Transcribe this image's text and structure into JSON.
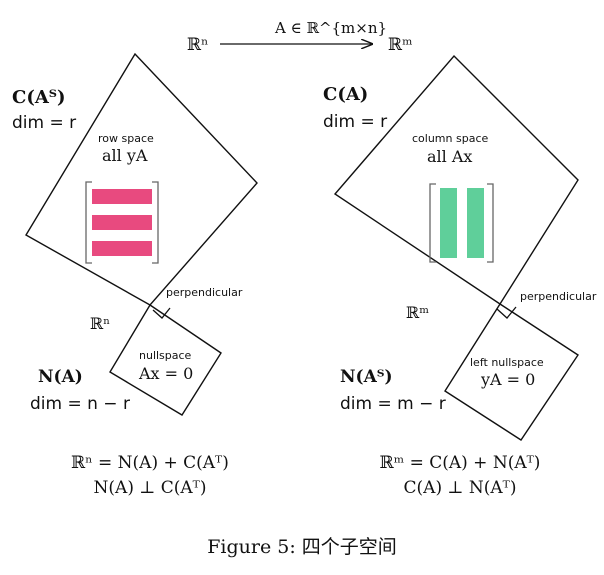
{
  "colors": {
    "row_fill": "#e84a7f",
    "column_fill": "#5fcf9a",
    "line": "#111111",
    "bracket": "#666666"
  },
  "top": {
    "domain": "ℝⁿ",
    "map": "A ∈ ℝ^{m×n}",
    "codomain": "ℝᵐ"
  },
  "left": {
    "C_label": "C(Aᵀ)",
    "dim_label": "dim = r",
    "row_space_caption": "row space",
    "all_label": "all yA",
    "perp_label": "perpendicular",
    "space_label": "ℝⁿ",
    "null_caption": "nullspace",
    "null_eq": "Ax = 0",
    "N_label": "N(A)",
    "null_dim": "dim = n − r",
    "eq1": "ℝⁿ = N(A) + C(Aᵀ)",
    "eq2": "N(A) ⊥ C(Aᵀ)"
  },
  "right": {
    "C_label": "C(A)",
    "dim_label": "dim = r",
    "col_space_caption": "column space",
    "all_label": "all Ax",
    "perp_label": "perpendicular",
    "space_label": "ℝᵐ",
    "null_caption": "left nullspace",
    "null_eq": "yA = 0",
    "N_label": "N(Aᵀ)",
    "null_dim": "dim = m − r",
    "eq1": "ℝᵐ = C(A) + N(Aᵀ)",
    "eq2": "C(A) ⊥ N(Aᵀ)"
  },
  "caption": "Figure 5: 四个子空间"
}
